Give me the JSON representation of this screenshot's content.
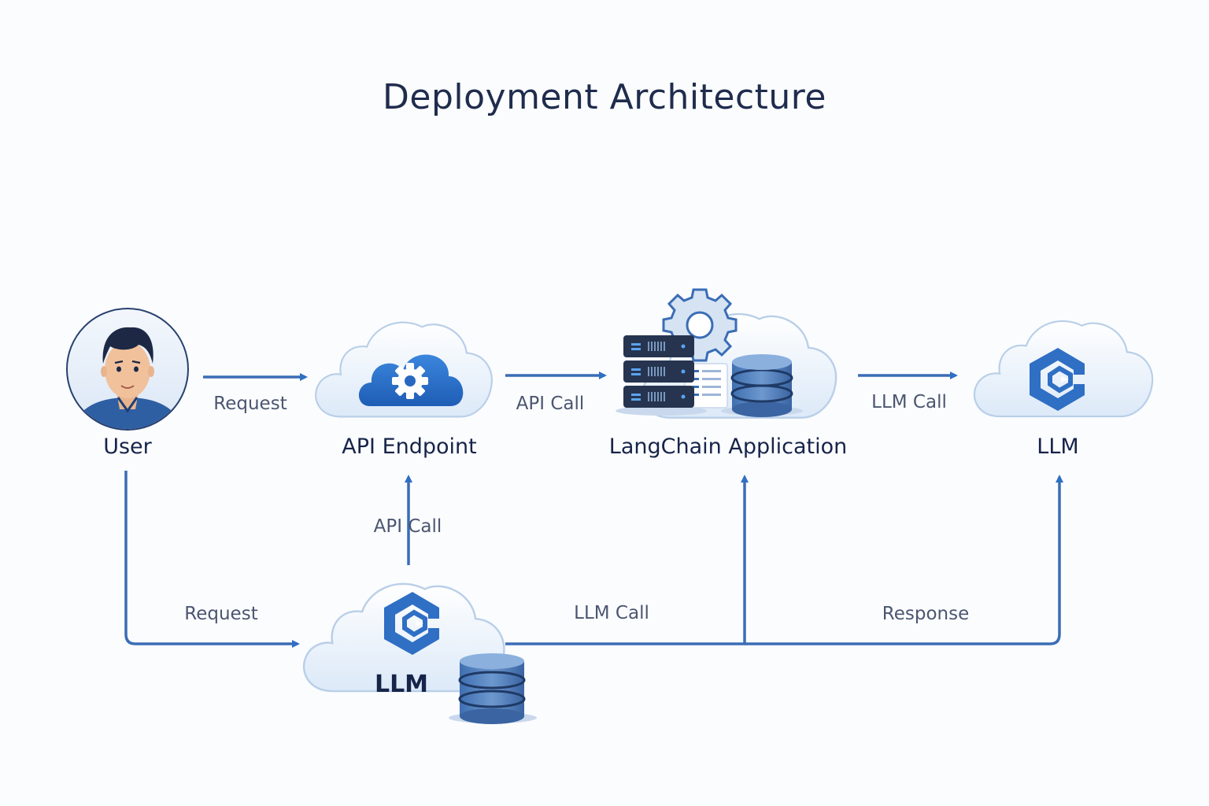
{
  "diagram": {
    "title": "Deployment Architecture",
    "nodes": {
      "user": "User",
      "api_endpoint": "API Endpoint",
      "langchain_app": "LangChain Application",
      "llm_top": "LLM",
      "llm_bottom": "LLM"
    },
    "edges": {
      "user_to_api": "Request",
      "api_to_langchain": "API Call",
      "langchain_to_llm": "LLM Call",
      "bottom_llm_to_api": "API Call",
      "user_to_bottom_llm": "Request",
      "bottom_llm_to_langchain": "LLM Call",
      "bottom_llm_to_top_llm": "Response"
    },
    "colors": {
      "accent": "#2f6fc4",
      "arrow": "#3a6db5",
      "cloud_fill": "#eaf2fb",
      "cloud_stroke": "#b9cfe8",
      "text": "#1b2a4a"
    },
    "icons": [
      "user-avatar-icon",
      "cloud-gear-icon",
      "server-rack-icon",
      "gear-icon",
      "database-icon",
      "llm-logo-icon"
    ]
  }
}
